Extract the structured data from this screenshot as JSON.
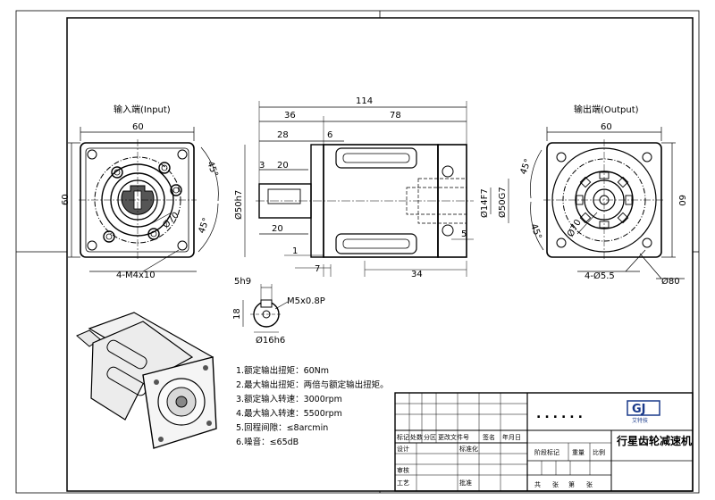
{
  "views": {
    "input_title": "输入端(Input)",
    "output_title": "输出端(Output)"
  },
  "dims": {
    "in_width": "60",
    "in_height": "60",
    "in_bolt_angle": "45°",
    "in_pcd_angle": "45°",
    "in_pcd": "Ø70",
    "in_bolts": "4-M4x10",
    "total_len": "114",
    "len_36": "36",
    "len_78": "78",
    "len_28": "28",
    "len_6": "6",
    "len_3": "3",
    "len_20a": "20",
    "len_20b": "20",
    "len_1": "1",
    "len_7": "7",
    "len_34": "34",
    "len_5": "5",
    "dia_50h7": "Ø50h7",
    "dia_14f7": "Ø14F7",
    "dia_50g7": "Ø50G7",
    "out_width": "60",
    "out_height": "60",
    "out_angle_a": "45°",
    "out_angle_b": "45°",
    "out_pcd": "Ø70",
    "out_holes": "4-Ø5.5",
    "out_dia80": "Ø80",
    "key_5h9": "5h9",
    "key_18": "18",
    "key_thread": "M5x0.8P",
    "key_dia": "Ø16h6"
  },
  "notes": [
    "1.额定输出扭矩：60Nm",
    "2.最大输出扭矩：两倍与额定输出扭矩。",
    "3.额定输入转速：3000rpm",
    "4.最大输入转速：5500rpm",
    "5.回程间隙：≤8arcmin",
    "6.噪音：≤65dB"
  ],
  "title_block": {
    "dots": "......",
    "logo_text": "GJ",
    "logo_sub": "艾特技",
    "title": "行星齿轮减速机",
    "row1": [
      "标记",
      "处数",
      "分区",
      "更改文件号",
      "签名",
      "年月日"
    ],
    "design": "设计",
    "standard": "标准化",
    "stage_mark": "阶段标记",
    "weight": "重量",
    "ratio": "比例",
    "review": "审核",
    "process": "工艺",
    "approve": "批准",
    "sheets_total": "共",
    "sheet_label": "张",
    "sheet_no": "第",
    "sheet_label2": "张"
  },
  "colors": {
    "line": "#000000",
    "logo": "#1a3a8a"
  }
}
